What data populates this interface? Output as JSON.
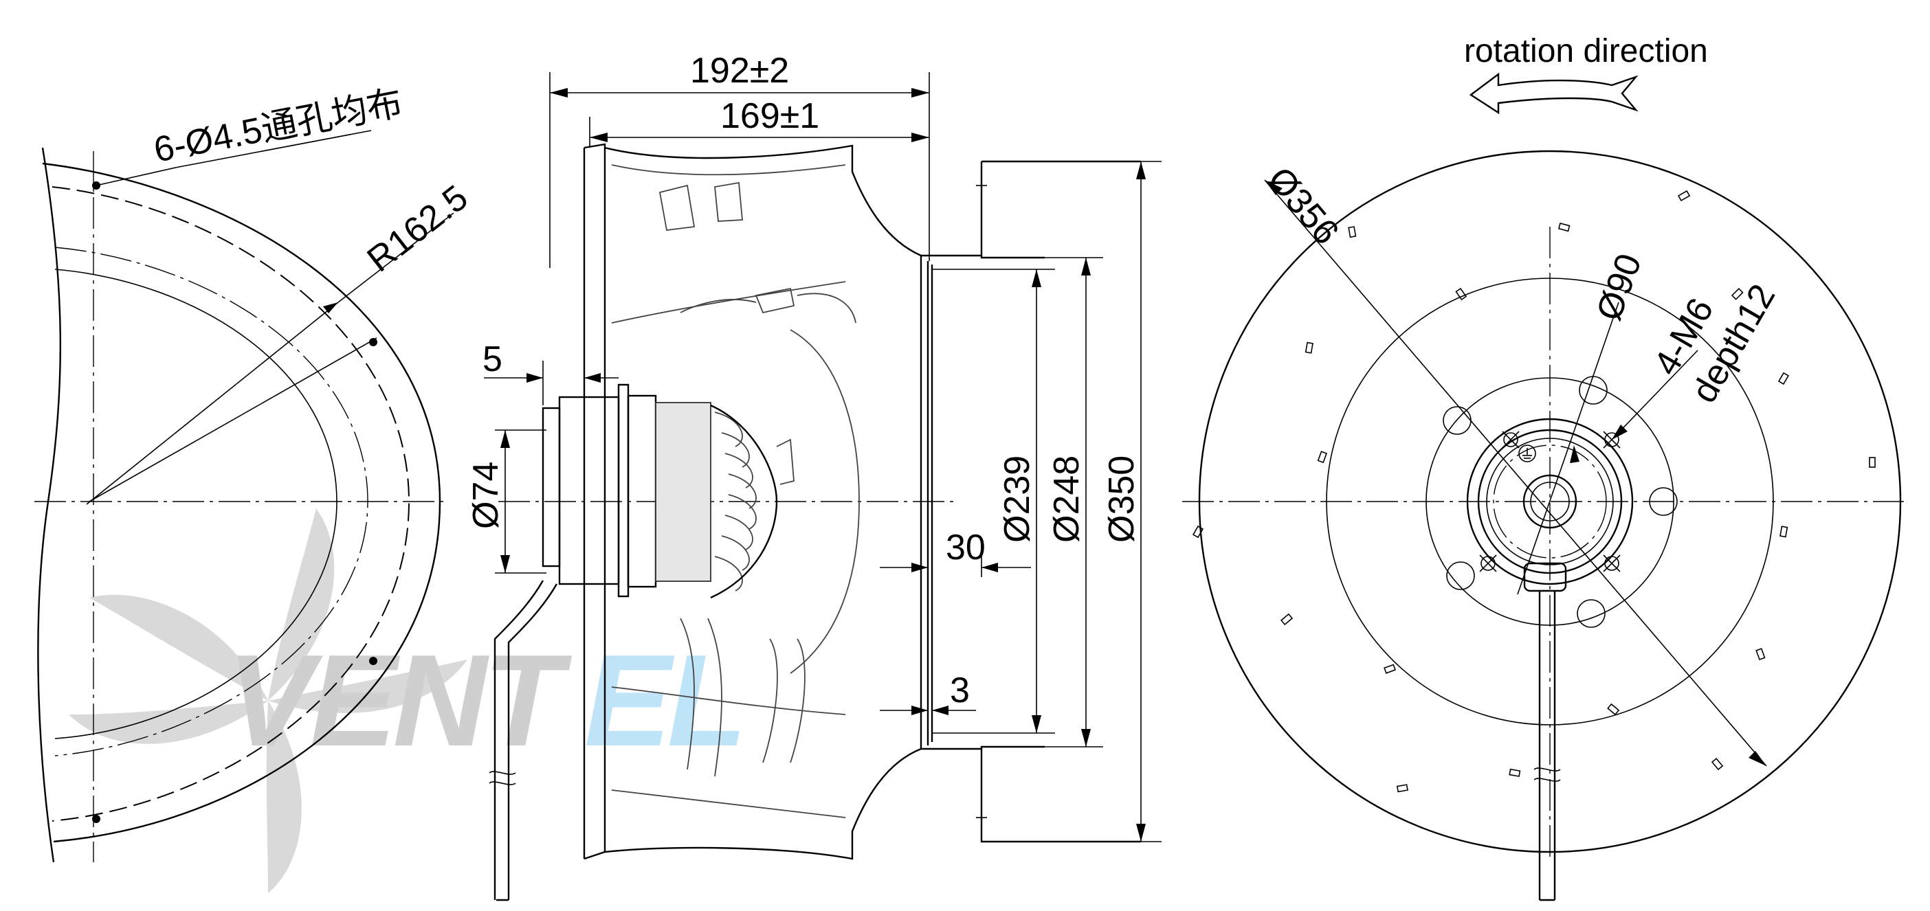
{
  "watermark": {
    "prefix": "VENT",
    "suffix": "EL",
    "suffix_color": "#bfe3f7",
    "prefix_color": "#cfcfcf"
  },
  "left_view": {
    "holes_label": "6-Ø4.5通孔均布",
    "radius_label": "R162.5"
  },
  "side_view": {
    "overall_length": "192±2",
    "body_length": "169±1",
    "flange_offset": "5",
    "hub_diameter": "Ø74",
    "inlet_depth": "30",
    "inlet_lip": "3",
    "inlet_inner_diameter": "Ø239",
    "inlet_diameter": "Ø248",
    "housing_diameter": "Ø350"
  },
  "front_view": {
    "rotation_label": "rotation direction",
    "impeller_diameter": "Ø356",
    "bolt_circle": "Ø90",
    "thread_label": "4-M6",
    "depth_label": "depth12"
  }
}
